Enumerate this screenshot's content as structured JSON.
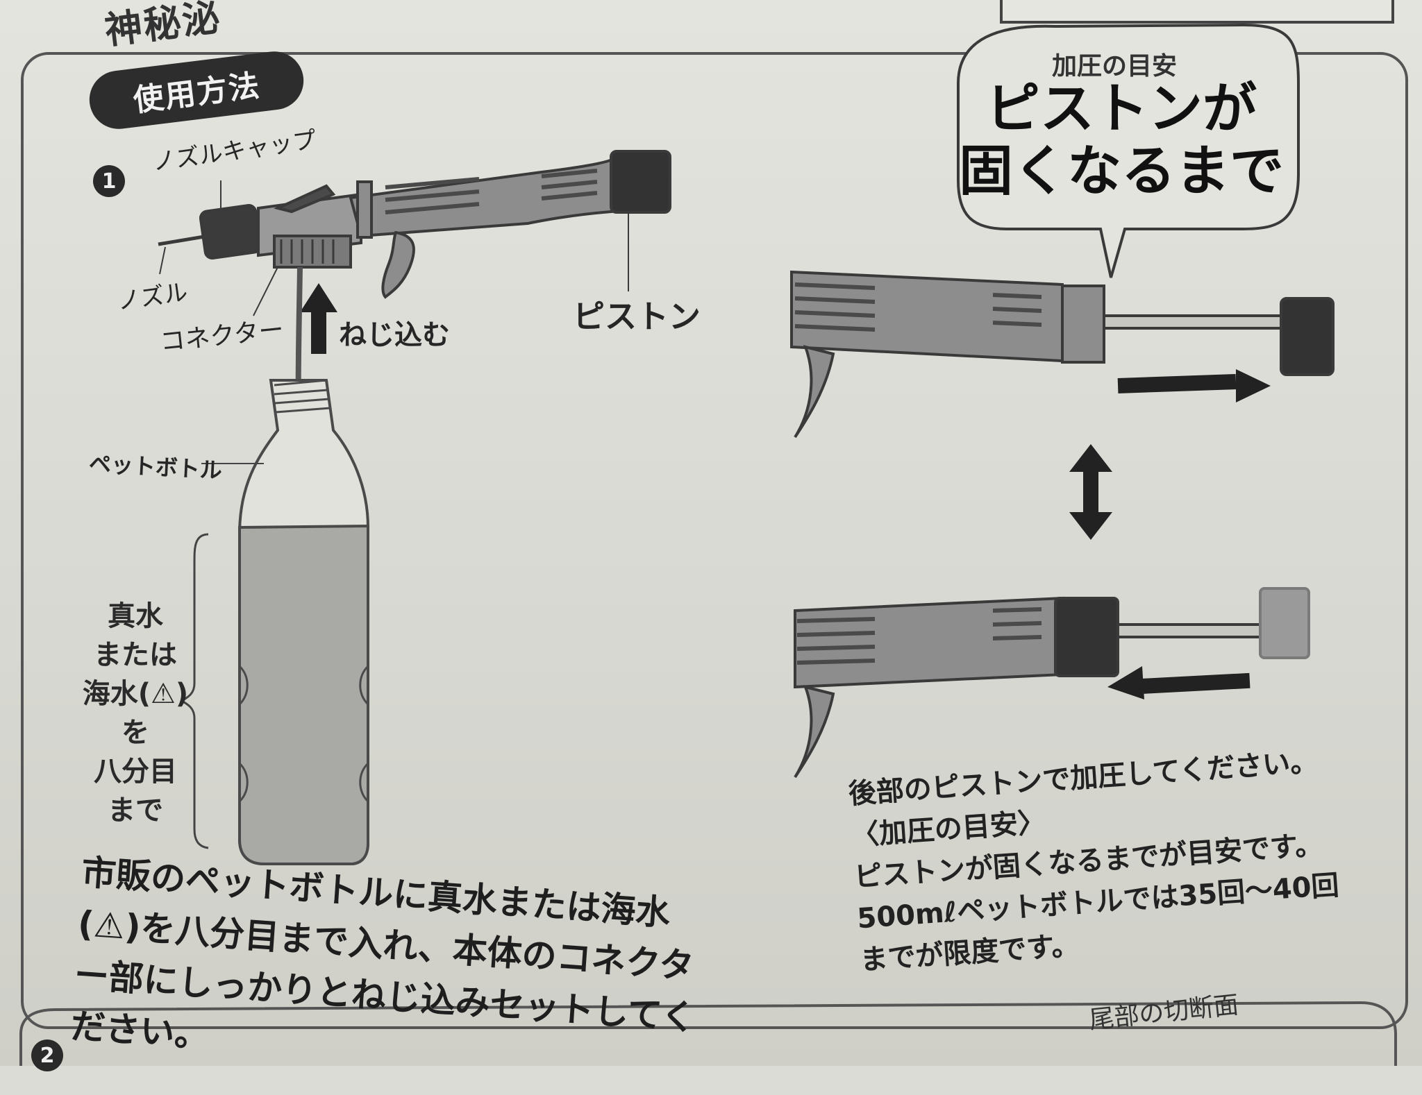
{
  "header": {
    "title_fragment": "神秘泌",
    "section_pill": "使用方法"
  },
  "step1": {
    "number": "1",
    "labels": {
      "nozzle_cap": "ノズルキャップ",
      "nozzle": "ノズル",
      "connector": "コネクター",
      "screw_in": "ねじ込む",
      "piston": "ピストン",
      "pet_bottle": "ペットボトル"
    },
    "fill_level": "真水\nまたは\n海水(⚠)を\n八分目\nまで",
    "caption": "市販のペットボトルに真水または海水(⚠)を八分目まで入れ、本体のコネクター部にしっかりとねじ込みセットしてください。"
  },
  "pressure_bubble": {
    "small": "加圧の目安",
    "big_line1": "ピストンが",
    "big_line2": "固くなるまで"
  },
  "pressure_caption": {
    "line1": "後部のピストンで加圧してください。",
    "line2": "〈加圧の目安〉",
    "line3": "ピストンが固くなるまでが目安です。",
    "line4": "500mℓペットボトルでは35回〜40回",
    "line5": "までが限度です。"
  },
  "step2": {
    "number": "2",
    "label": "尾部の切断面"
  },
  "colors": {
    "body_gray": "#8d8d8d",
    "dark": "#2f2f2f",
    "water": "#a9a9a6",
    "outline": "#3a3a3a"
  }
}
